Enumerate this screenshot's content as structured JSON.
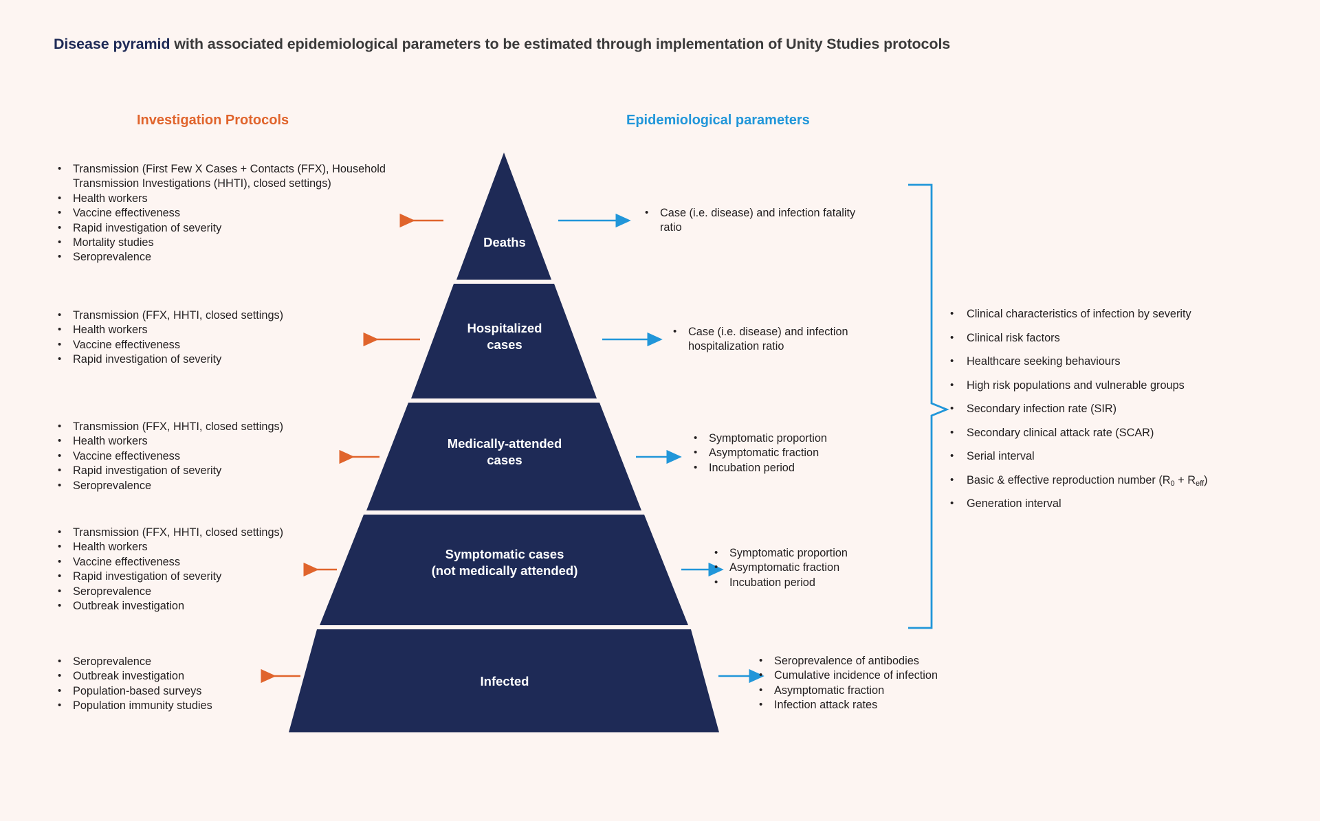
{
  "title": {
    "strong": "Disease pyramid",
    "rest": " with associated epidemiological parameters to be estimated through implementation of Unity Studies protocols"
  },
  "headings": {
    "protocols": "Investigation Protocols",
    "parameters": "Epidemiological parameters"
  },
  "colors": {
    "background": "#fdf5f2",
    "pyramid_navy": "#1e2a56",
    "orange": "#e0642c",
    "blue": "#2196d9",
    "text": "#231f20",
    "title_navy": "#1e2a56"
  },
  "pyramid": {
    "tiers": [
      {
        "label": "Deaths"
      },
      {
        "label": "Hospitalized\ncases"
      },
      {
        "label": "Medically-attended\ncases"
      },
      {
        "label": "Symptomatic cases\n(not medically attended)"
      },
      {
        "label": "Infected"
      }
    ]
  },
  "protocols": [
    {
      "items": [
        "Transmission (First Few X Cases + Contacts (FFX), Household Transmission Investigations (HHTI), closed settings)",
        "Health workers",
        "Vaccine effectiveness",
        "Rapid investigation of severity",
        "Mortality studies",
        "Seroprevalence"
      ]
    },
    {
      "items": [
        "Transmission (FFX, HHTI, closed settings)",
        "Health workers",
        "Vaccine effectiveness",
        "Rapid investigation of severity"
      ]
    },
    {
      "items": [
        "Transmission (FFX, HHTI, closed settings)",
        "Health workers",
        "Vaccine effectiveness",
        "Rapid investigation of severity",
        "Seroprevalence"
      ]
    },
    {
      "items": [
        "Transmission (FFX, HHTI, closed settings)",
        "Health workers",
        "Vaccine effectiveness",
        "Rapid investigation of severity",
        "Seroprevalence",
        "Outbreak investigation"
      ]
    },
    {
      "items": [
        "Seroprevalence",
        "Outbreak investigation",
        "Population-based surveys",
        "Population immunity studies"
      ]
    }
  ],
  "parameters": [
    {
      "items": [
        "Case (i.e. disease) and infection fatality ratio"
      ]
    },
    {
      "items": [
        "Case (i.e. disease) and infection hospitalization ratio"
      ]
    },
    {
      "items": [
        "Symptomatic proportion",
        "Asymptomatic fraction",
        "Incubation period"
      ]
    },
    {
      "items": [
        "Symptomatic proportion",
        "Asymptomatic fraction",
        "Incubation period"
      ]
    },
    {
      "items": [
        "Seroprevalence of antibodies",
        "Cumulative incidence of infection",
        "Asymptomatic fraction",
        "Infection attack rates"
      ]
    }
  ],
  "crosscutting": {
    "items": [
      {
        "text": "Clinical characteristics of infection by severity"
      },
      {
        "text": "Clinical risk factors"
      },
      {
        "text": "Healthcare seeking behaviours"
      },
      {
        "text": "High risk populations and vulnerable groups"
      },
      {
        "text": "Secondary infection rate (SIR)"
      },
      {
        "text": "Secondary clinical attack rate (SCAR)"
      },
      {
        "text": "Serial interval"
      },
      {
        "text": "Basic & effective reproduction number (R",
        "sub1": "0",
        "mid": " + R",
        "sub2": "eff",
        "tail": ")"
      },
      {
        "text": "Generation interval"
      }
    ]
  }
}
